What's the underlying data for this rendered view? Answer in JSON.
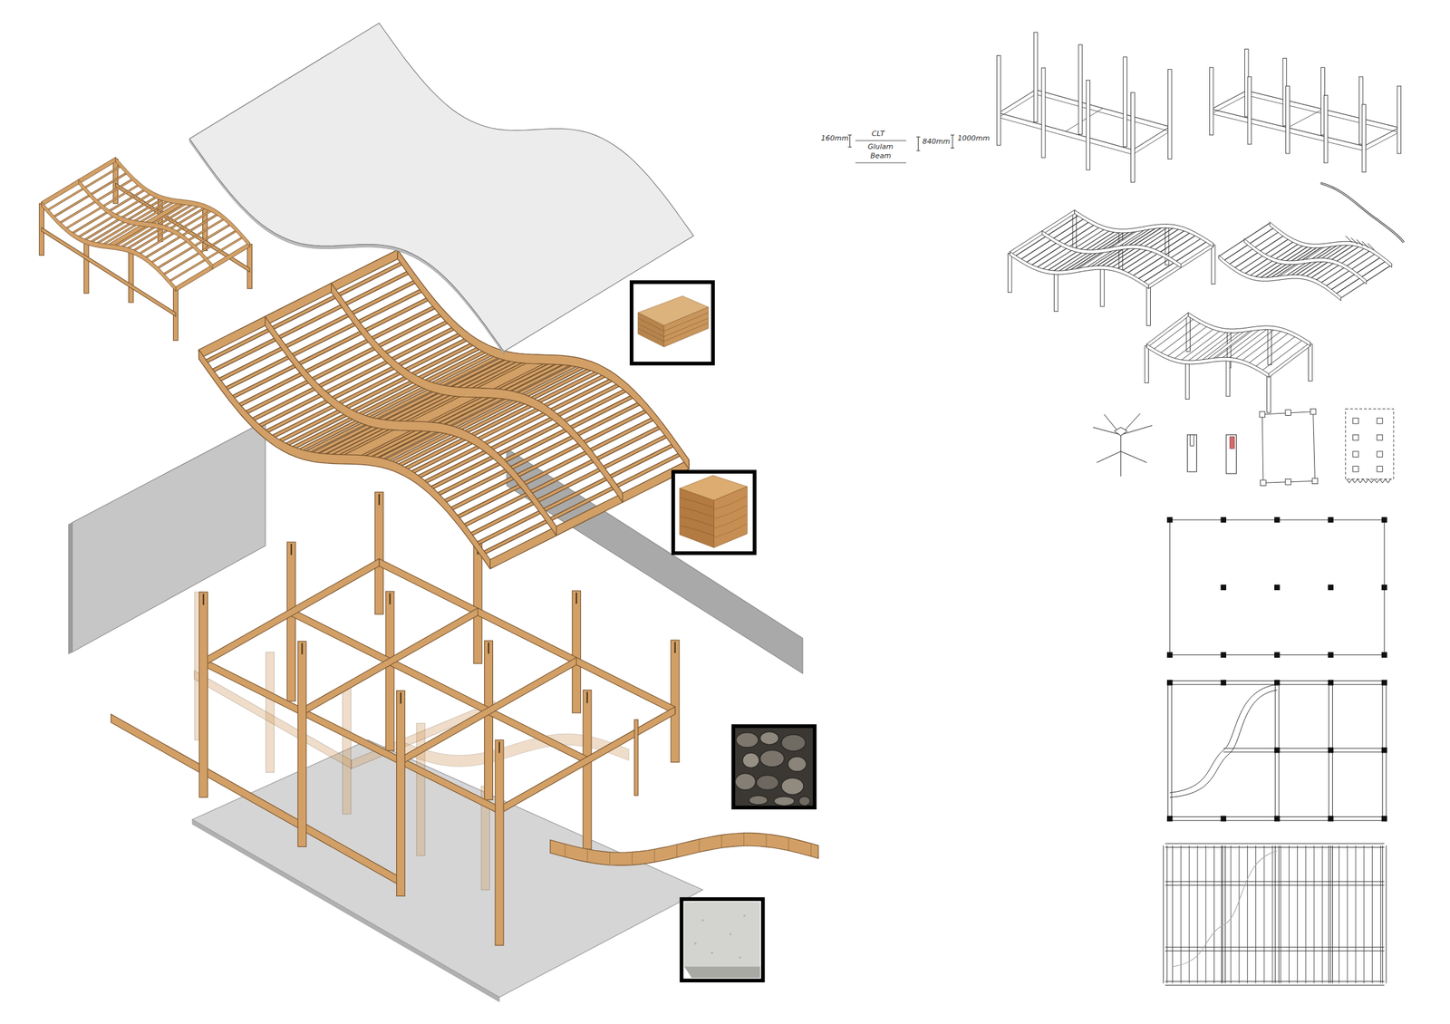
{
  "diagram": {
    "labels": [
      "160mm",
      "CLT",
      "Glulam",
      "Beam",
      "840mm",
      "1000mm"
    ]
  }
}
